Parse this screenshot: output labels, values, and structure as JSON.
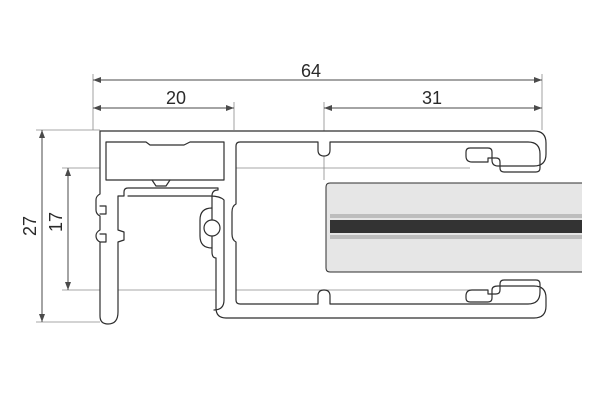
{
  "dimensions": {
    "overall_width": "64",
    "left_section": "20",
    "right_section": "31",
    "overall_height": "27",
    "inner_height": "17"
  },
  "colors": {
    "outline": "#2e2e2e",
    "dimension_lines": "#4a4a4a",
    "panel_fill": "#e6e6e6",
    "panel_stripe": "#333333"
  }
}
